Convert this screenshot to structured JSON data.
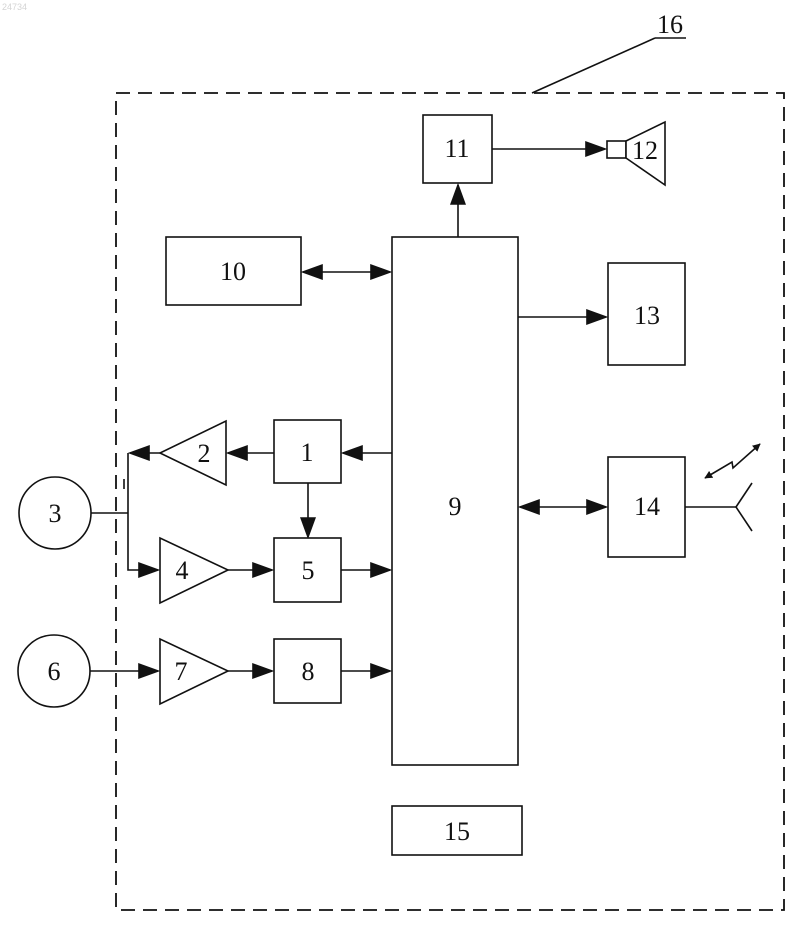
{
  "watermark": "24734",
  "enclosure": {
    "label": "16"
  },
  "components": {
    "c1": "1",
    "c2": "2",
    "c3": "3",
    "c4": "4",
    "c5": "5",
    "c6": "6",
    "c7": "7",
    "c8": "8",
    "c9": "9",
    "c10": "10",
    "c11": "11",
    "c12": "12",
    "c13": "13",
    "c14": "14",
    "c15": "15"
  },
  "colors": {
    "ink": "#111111",
    "background": "#ffffff",
    "watermark": "#d4d4d4"
  },
  "icons": {
    "speaker": "speaker-icon",
    "antenna": "antenna-icon",
    "wireless": "wireless-signal-icon"
  }
}
